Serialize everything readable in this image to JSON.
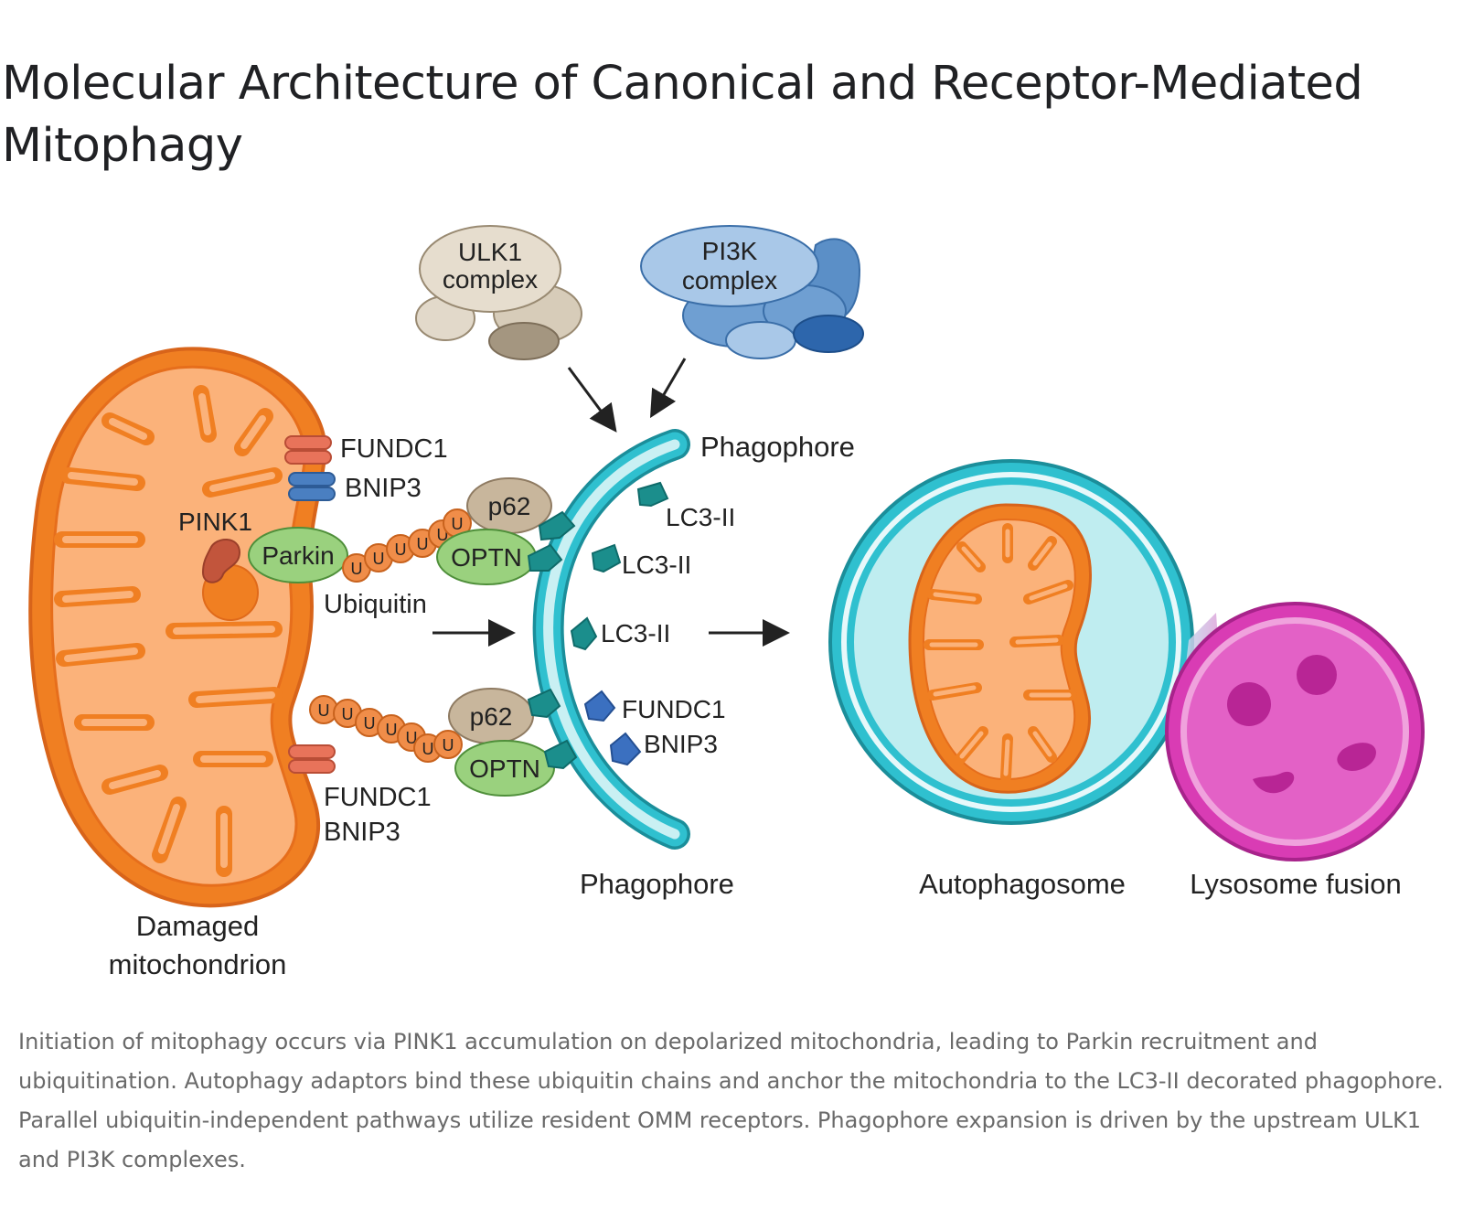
{
  "title": "Molecular Architecture of Canonical and Receptor-Mediated Mitophagy",
  "labels": {
    "ulk1_line1": "ULK1",
    "ulk1_line2": "complex",
    "pi3k_line1": "PI3K",
    "pi3k_line2": "complex",
    "phagophore_top": "Phagophore",
    "phagophore_bottom": "Phagophore",
    "fundc1_top": "FUNDC1",
    "bnip3_top": "BNIP3",
    "pink1": "PINK1",
    "parkin": "Parkin",
    "ubiquitin": "Ubiquitin",
    "ub_letter": "U",
    "p62_top": "p62",
    "optn_top": "OPTN",
    "p62_bottom": "p62",
    "optn_bottom": "OPTN",
    "lc3_1": "LC3-II",
    "lc3_2": "LC3-II",
    "lc3_3": "LC3-II",
    "fundc1_right": "FUNDC1",
    "bnip3_right": "BNIP3",
    "fundc1_bottom": "FUNDC1",
    "bnip3_bottom": "BNIP3",
    "damaged_line1": "Damaged",
    "damaged_line2": "mitochondrion",
    "autophagosome": "Autophagosome",
    "lysosome": "Lysosome fusion"
  },
  "caption": "Initiation of mitophagy occurs via PINK1 accumulation on depolarized mitochondria, leading to Parkin recruitment and ubiquitination. Autophagy adaptors bind these ubiquitin chains and anchor the mitochondria to the LC3-II decorated phagophore. Parallel ubiquitin-independent pathways utilize resident OMM receptors. Phagophore expansion is driven by the upstream ULK1 and PI3K complexes.",
  "colors": {
    "mito_outer": "#f07f22",
    "mito_inner": "#fbb27a",
    "membrane": "#27b5c6",
    "membrane_fill": "#bfedf0",
    "lysosome": "#d93cb4",
    "ubiquitin": "#f08d49",
    "adaptor": "#c8b69c",
    "optn": "#9ad17e",
    "lc3": "#1b8e8c",
    "pi3k": "#5b8fc7",
    "ulk1": "#cfc2ae"
  }
}
